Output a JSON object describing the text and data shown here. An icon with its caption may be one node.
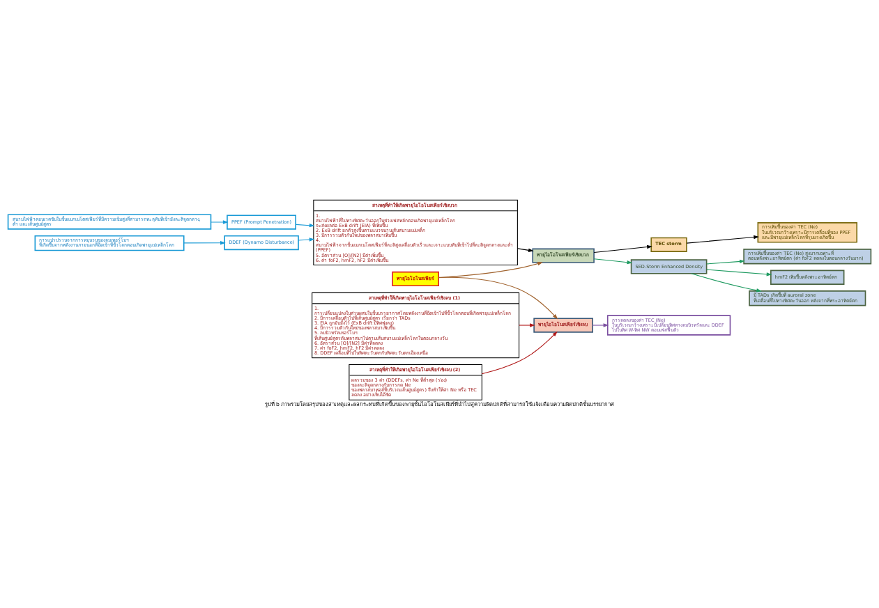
{
  "diagram": {
    "caption": "รูปที่ b ภาพรวมโดยสรุปของสาเหตุและผลกระทบที่เกิดขึ้นของพายุชั้นไอโอโนสเฟียร์ที่นำไปสู่ความผิดปกติที่สามารถใช้แจ้งเตือนความผิดปกติชั้นบรรยากาศ",
    "nodes": [
      {
        "text": [
          "สาเหตุที่ทำให้เกิดพายุไอโอโนสเฟียร์เชิงบวก",
          "1. สนามไฟฟ้าที่ไปทางทิศตะวันออกในช่วงเฟสหลักตอนเกิดพายุแม่เหล็กโลก จะส่งผลต่อ ExB drift (EIA) ที่เพิ่มขึ้น",
          "2. ExB drift ยกตัวสูงขึ้นตามแนวขนานเส้นสนามแม่เหล็ก",
          "3. มีการรวมตัวกันใหม่ของพลาสมาเพิ่มขึ้น",
          "4. สนามไฟฟ้าจากชั้นแมกเนโตสเฟียร์ที่ละติสูงเคลื่อนตัวเร็วและเจาะแบบทันทีเข้าไปที่ละติจูดกลางและต่ำ (PPEF)",
          "5. อัตราส่วน [O]/[N2] มีค่าเพิ่มขึ้น",
          "6. ค่า foF2, hmF2, hF2 มีค่าเพิ่มขึ้น"
        ]
      },
      {
        "text": [
          "PPEF (Prompt Penetration)"
        ]
      },
      {
        "text": [
          "DDEF (Dynamo Disturbance)"
        ]
      },
      {
        "text": [
          "สนามไฟฟ้าคอนเวคชันในชั้นแมกเนโตสเฟียร์ที่มีความเข้มสูงที่สามารถทะลุทันทีเข้ายังละติจูดกลาง, ต่ำ และเส้นศูนย์สูตร"
        ]
      },
      {
        "text": [
          "การแปรปรวนจากการหมุนวนของลมเทอร์โมฯ ที่เกิดขึ้นจากพลังงานภายนอกที่ฉีดเข้าที่ขั้วโลกตอนเกิดพายุแม่เหล็กโลก"
        ]
      },
      {
        "text": [
          "TEC storm"
        ]
      },
      {
        "text": [
          "การเพิ่มขึ้นของค่า TEC (Ne) ในบริเวณกว้างเพราะมีการเคลื่อนที่ของ PPEF และมีพายุแม่เหล็กโลกที่รุนแรงเกิดขึ้น"
        ]
      },
      {
        "text": [
          "พายุไอโอโนสเฟียร์"
        ]
      },
      {
        "text": [
          "พายุไอโอโนสเฟียร์เชิงบวก"
        ]
      },
      {
        "text": [
          "SED-Storm Enhanced Density"
        ]
      },
      {
        "text": [
          "การเพิ่มขึ้นของค่า TEC (Ne) สูงมากเฉพาะที่ ตอนหลังพระอาทิตย์ตก (ค่า foF2 ลดลงในตอนกลางวันมาก)"
        ]
      },
      {
        "text": [
          "hmF2 เพิ่มขึ้นหลังพระอาทิตย์ตก"
        ]
      },
      {
        "text": [
          "มี TADs เกิดขึ้นที่ auroral zone ที่เคลื่อนที่ไปทางทิศตะวันออก หลังจากที่พระอาทิตย์ตก"
        ]
      },
      {
        "text": [
          "พายุไอโอโนสเฟียร์เชิงลบ"
        ]
      },
      {
        "text": [
          "การลดลงของค่า TEC (Ne) ในบริเวณกว้างเพราะมีเปลี่ยนทิศทางลมนิวทรัลและ DDEF ไปในทิศ W-ทิศ NW ตอนเฟสฟื้นตัว"
        ]
      },
      {
        "text": [
          "สาเหตุที่ทำให้เกิดพายุไอโอโนสเฟียร์เชิงลบ (1)",
          "1. การเปลี่ยนแปลงในส่วนผสมในชั้นบรรยากาศโดยพลังงานที่ฉีดเข้าไปที่ขั้วโลกตอนที่เกิดพายุแม่เหล็กโลก",
          "2. มีการเคลื่อนตัวไปที่เส้นศูนย์สูตร เรียกว่า TADs",
          "3. EIA ถูกยับยั้งไว้ (ExB drift มีทิศพุ่งลง)",
          "4. มีการรวมตัวกันใหม่ของพลาสมาเพิ่มขึ้น",
          "5. ลมนิวทรัลเทอร์โมฯ ที่เส้นศูนย์สูตรดันพลาสมาไปตามเส้นสนามแม่เหล็กโลกในตอนกลางวัน",
          "6. อัตราส่วน [O]/[N2] มีค่าที่ลดลง",
          "7. ค่า foF2, hmF2, hF2 มีค่าลดลง",
          "8. DDEF เคลื่อนที่ไปในทิศตะวันตกกับทิศตะวันตกเฉียงเหนือ"
        ]
      },
      {
        "text": [
          "สาเหตุที่ทำให้เกิดพายุไอโอโนสเฟียร์เชิงลบ (2)",
          "ผลรวมของ 3 ค่า (DDEFs, ค่า Ne ที่ต่ำสุด (ร่อง) ของละติจูดกลางกับการกด Ne ของพลาสมาพอส์ที่บริเวณเส้นศูนย์สูตร) จึงทำให้ค่า Ne หรือ TEC ลดลง อย่างเห็นได้ชัด"
        ]
      }
    ],
    "edges": [
      {
        "from": 1,
        "to": 0,
        "arrow": "to",
        "color": "#1a9ad6"
      },
      {
        "from": 2,
        "to": 0,
        "arrow": "to",
        "color": "#1a9ad6"
      },
      {
        "from": 3,
        "to": 1,
        "arrow": "to",
        "color": "#1a9ad6"
      },
      {
        "from": 4,
        "to": 2,
        "arrow": "to",
        "color": "#1a9ad6"
      },
      {
        "from": 0,
        "to": 8,
        "arrow": "to",
        "color": "#000000"
      },
      {
        "from": 7,
        "to": 8,
        "arrow": "to",
        "color": "#a0622d"
      },
      {
        "from": 7,
        "to": 13,
        "arrow": "to",
        "color": "#a0622d"
      },
      {
        "from": 8,
        "to": 5,
        "arrow": "to",
        "color": "#000000"
      },
      {
        "from": 8,
        "to": 9,
        "arrow": "to",
        "color": "#1e9a60"
      },
      {
        "from": 5,
        "to": 6,
        "arrow": "to",
        "color": "#000000"
      },
      {
        "from": 9,
        "to": 10,
        "arrow": "to",
        "color": "#1e9a60"
      },
      {
        "from": 9,
        "to": 11,
        "arrow": "to",
        "color": "#1e9a60"
      },
      {
        "from": 9,
        "to": 12,
        "arrow": "to",
        "color": "#1e9a60"
      },
      {
        "from": 13,
        "to": 14,
        "arrow": "to",
        "color": "#7b4fa0"
      },
      {
        "from": 15,
        "to": 13,
        "arrow": "to",
        "color": "#b01818"
      },
      {
        "from": 16,
        "to": 13,
        "arrow": "to",
        "color": "#b01818"
      }
    ]
  }
}
